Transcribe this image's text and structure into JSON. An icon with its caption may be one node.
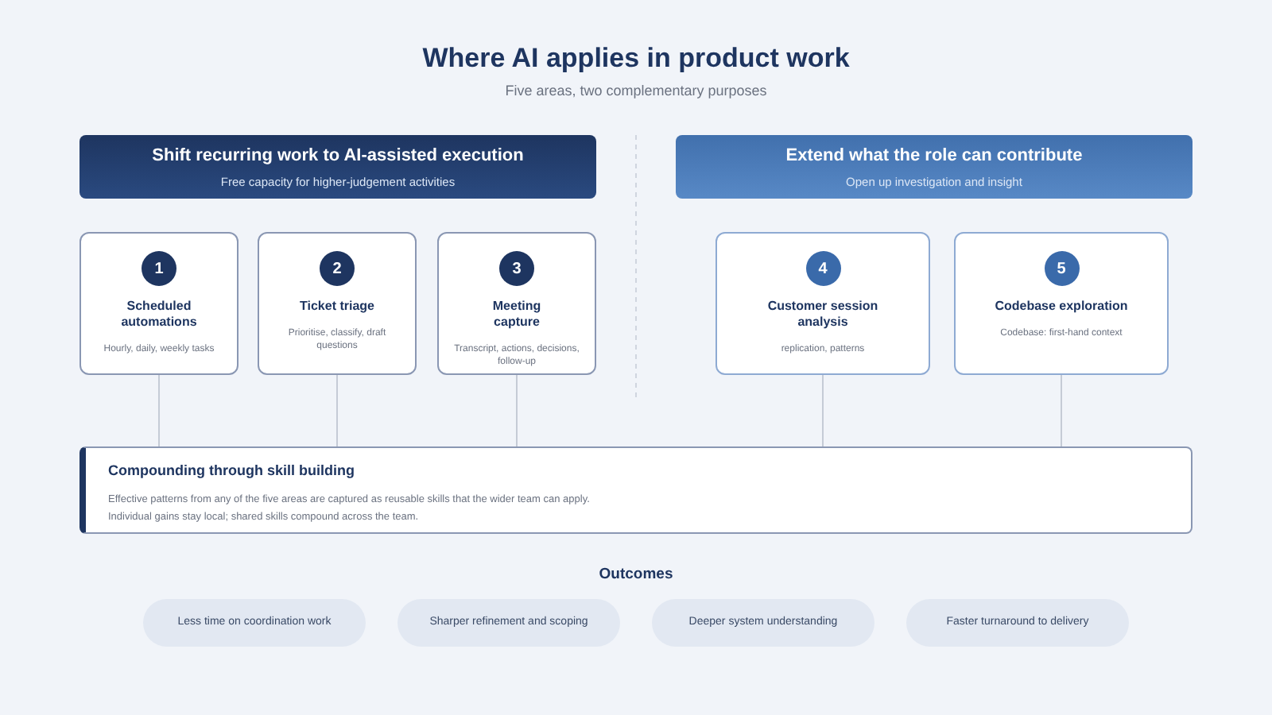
{
  "diagram": {
    "title": "Where AI applies in product work",
    "nodes": [
      {
        "text": [
          "Shift recurring work to AI-assisted execution",
          "Free capacity for higher-judgement activities"
        ]
      },
      {
        "text": [
          "Extend what the role can contribute",
          "Open up investigation and insight"
        ]
      },
      {
        "text": [
          "1",
          "Scheduled automations",
          "Hourly, daily, weekly tasks"
        ]
      },
      {
        "text": [
          "2",
          "Ticket triage",
          "Prioritise, classify, draft questions"
        ]
      },
      {
        "text": [
          "3",
          "Meeting capture",
          "Transcript, actions, decisions, follow-up"
        ]
      },
      {
        "text": [
          "4",
          "Customer session analysis",
          "replication, patterns"
        ]
      },
      {
        "text": [
          "5",
          "Codebase exploration",
          "Codebase: first-hand context"
        ]
      },
      {
        "text": [
          "Compounding through skill building",
          "Effective patterns from any of the five areas are captured as reusable skills that the wider team can apply.",
          "Individual gains stay local; shared skills compound across the team."
        ]
      },
      {
        "text": [
          "Less time on coordination work"
        ]
      },
      {
        "text": [
          "Sharper refinement and scoping"
        ]
      },
      {
        "text": [
          "Deeper system understanding"
        ]
      },
      {
        "text": [
          "Faster turnaround to delivery"
        ]
      }
    ],
    "edges": [
      {
        "from": 2,
        "to": 7,
        "arrow": "none"
      },
      {
        "from": 3,
        "to": 7,
        "arrow": "none"
      },
      {
        "from": 4,
        "to": 7,
        "arrow": "none"
      },
      {
        "from": 5,
        "to": 7,
        "arrow": "none"
      },
      {
        "from": 6,
        "to": 7,
        "arrow": "none"
      }
    ],
    "labels": [
      "Five areas, two complementary purposes",
      "Outcomes"
    ]
  }
}
